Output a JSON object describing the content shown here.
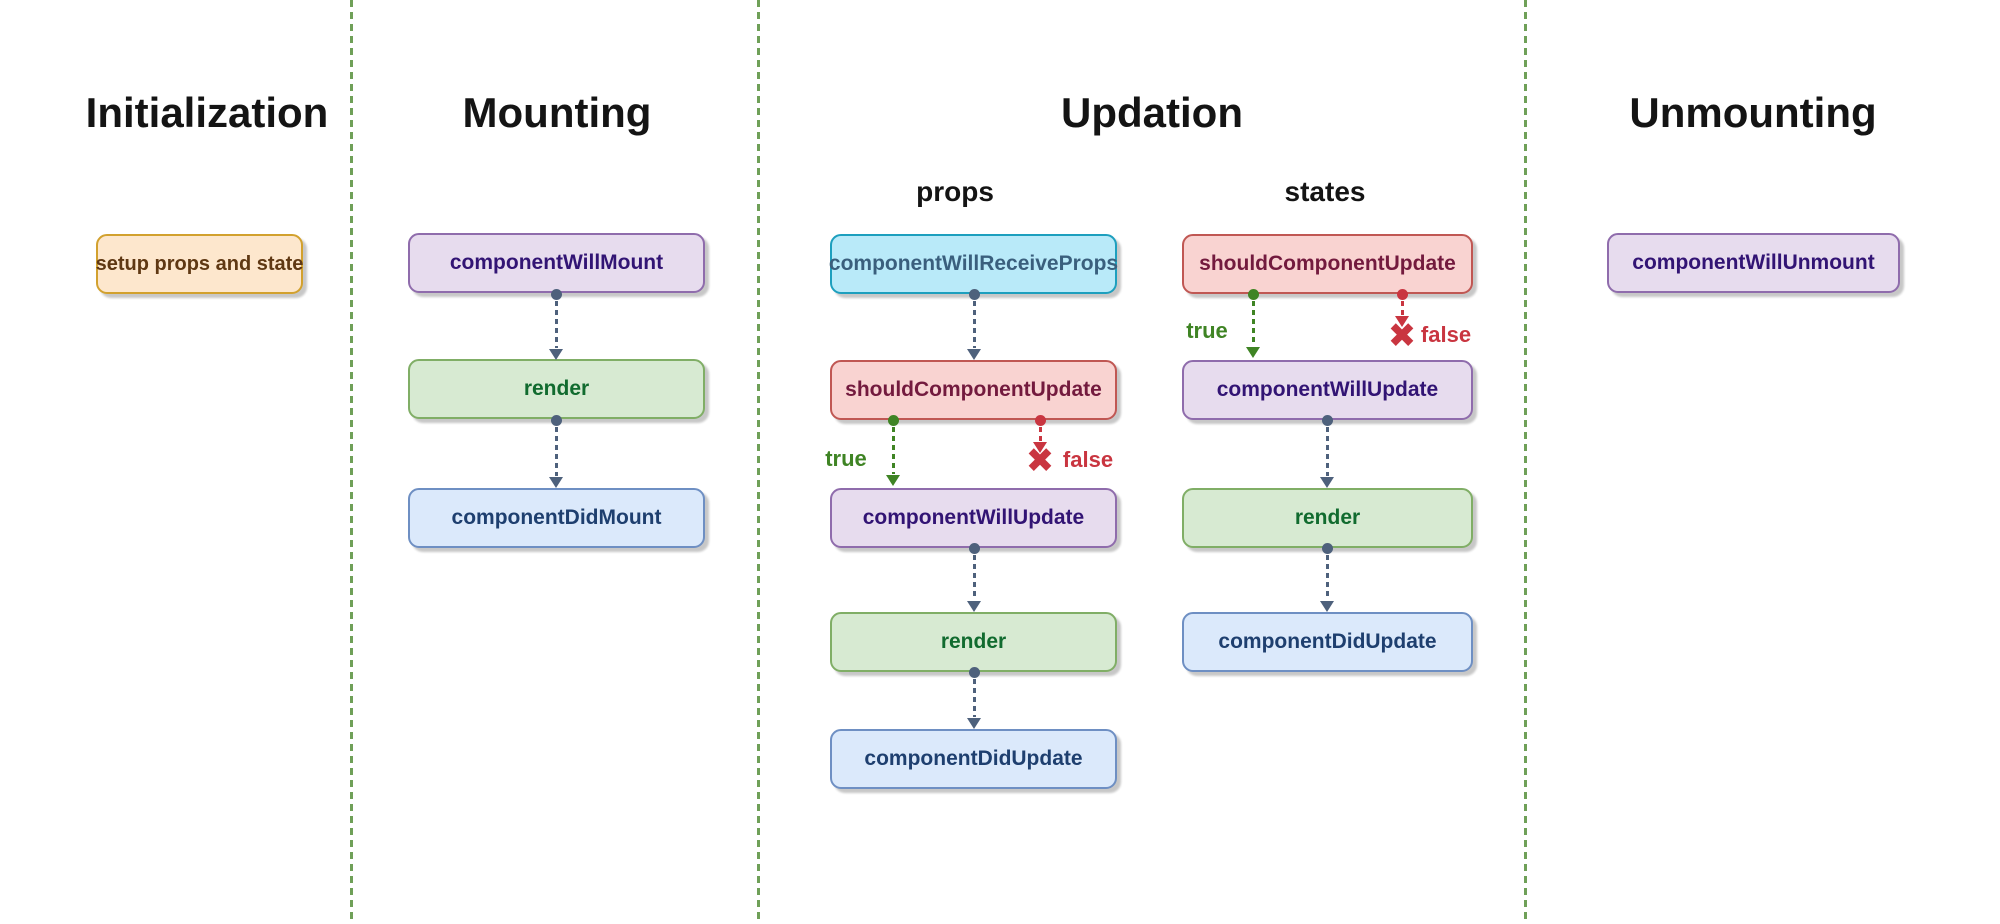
{
  "sections": {
    "initialization": {
      "title": "Initialization"
    },
    "mounting": {
      "title": "Mounting"
    },
    "updation": {
      "title": "Updation",
      "columns": {
        "props": "props",
        "states": "states"
      }
    },
    "unmounting": {
      "title": "Unmounting"
    }
  },
  "nodes": {
    "setup": "setup props and state",
    "componentWillMount": "componentWillMount",
    "mountRender": "render",
    "componentDidMount": "componentDidMount",
    "componentWillReceiveProps": "componentWillReceiveProps",
    "propsShouldComponentUpdate": "shouldComponentUpdate",
    "propsComponentWillUpdate": "componentWillUpdate",
    "propsRender": "render",
    "propsComponentDidUpdate": "componentDidUpdate",
    "statesShouldComponentUpdate": "shouldComponentUpdate",
    "statesComponentWillUpdate": "componentWillUpdate",
    "statesRender": "render",
    "statesComponentDidUpdate": "componentDidUpdate",
    "componentWillUnmount": "componentWillUnmount"
  },
  "edge_labels": {
    "true_label": "true",
    "false_label": "false"
  },
  "icons": {
    "reject_x": "✖"
  },
  "colors": {
    "divider": "#6fa058",
    "arrow_slate": "#4e617c",
    "arrow_green": "#3f8424",
    "arrow_red": "#c93540",
    "title_text": "#141414",
    "orange_fill": "#fde7cd",
    "orange_border": "#d2a12e",
    "orange_text": "#5f3813",
    "purple_fill": "#e7dcee",
    "purple_border": "#8f6cac",
    "purple_text": "#321474",
    "green_fill": "#d7ead2",
    "green_border": "#80ae66",
    "green_text": "#116b2f",
    "blue_fill": "#dbe9fb",
    "blue_border": "#6e8fc3",
    "blue_text": "#1e3f6f",
    "cyan_fill": "#b9eaf9",
    "cyan_border": "#1d9fbe",
    "cyan_text": "#3a5f7d",
    "red_fill": "#f9d3d1",
    "red_border": "#c05753",
    "red_text": "#731a3e"
  }
}
